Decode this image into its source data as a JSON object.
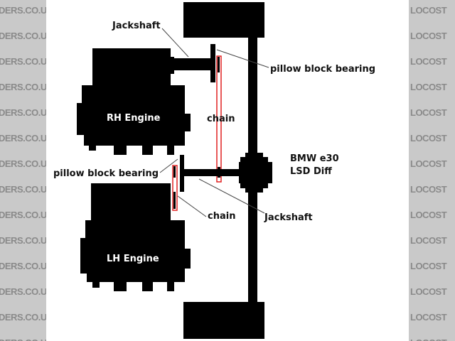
{
  "watermark": {
    "left_text": "DERS.CO.UK LO",
    "right_text": "LOCOST"
  },
  "labels": {
    "jackshaft_top": "Jackshaft",
    "pillow_top": "pillow block bearing",
    "chain_top": "chain",
    "rh_engine": "RH Engine",
    "diff_line1": "BMW e30",
    "diff_line2": "LSD Diff",
    "pillow_bottom": "pillow block bearing",
    "chain_bottom": "chain",
    "jackshaft_bottom": "Jackshaft",
    "lh_engine": "LH Engine"
  },
  "colors": {
    "chain": "#e02020",
    "parts": "#000000",
    "arrow": "#444444"
  }
}
